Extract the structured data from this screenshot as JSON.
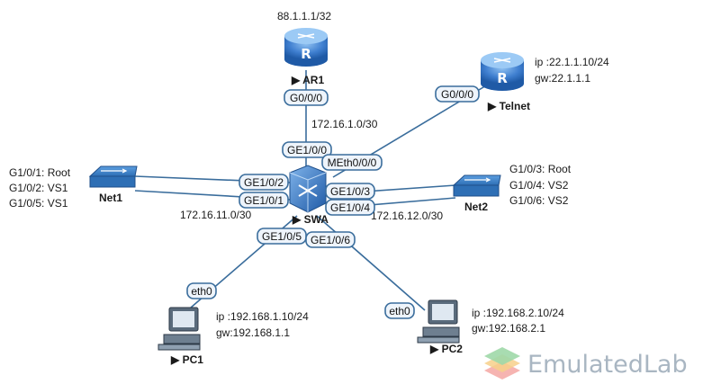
{
  "ar1": {
    "ip": "88.1.1.1/32",
    "name": "AR1",
    "port": "G0/0/0"
  },
  "telnet": {
    "ip": "ip :22.1.1.10/24",
    "gw": "gw:22.1.1.1",
    "name": "Telnet",
    "port": "G0/0/0"
  },
  "swa": {
    "name": "SWA",
    "ports": {
      "ge100": "GE1/0/0",
      "meth": "MEth0/0/0",
      "ge102": "GE1/0/2",
      "ge101": "GE1/0/1",
      "ge103": "GE1/0/3",
      "ge104": "GE1/0/4",
      "ge105": "GE1/0/5",
      "ge106": "GE1/0/6"
    }
  },
  "net1": {
    "name": "Net1",
    "roles": [
      "G1/0/1:  Root",
      "G1/0/2:  VS1",
      "G1/0/5:  VS1"
    ]
  },
  "net2": {
    "name": "Net2",
    "roles": [
      "G1/0/3:  Root",
      "G1/0/4:  VS2",
      "G1/0/6:  VS2"
    ]
  },
  "subnets": {
    "ar1_swa": "172.16.1.0/30",
    "net1_swa": "172.16.11.0/30",
    "net2_swa": "172.16.12.0/30"
  },
  "pc1": {
    "name": "PC1",
    "port": "eth0",
    "ip": "ip :192.168.1.10/24",
    "gw": "gw:192.168.1.1"
  },
  "pc2": {
    "name": "PC2",
    "port": "eth0",
    "ip": "ip :192.168.2.10/24",
    "gw": "gw:192.168.2.1"
  },
  "brand": {
    "text": "EmulatedLab"
  },
  "colors": {
    "link": "#3a6d9c",
    "router": "#3f7fd0",
    "switch": "#2e6fb5",
    "brand": "#a9b6c2"
  }
}
